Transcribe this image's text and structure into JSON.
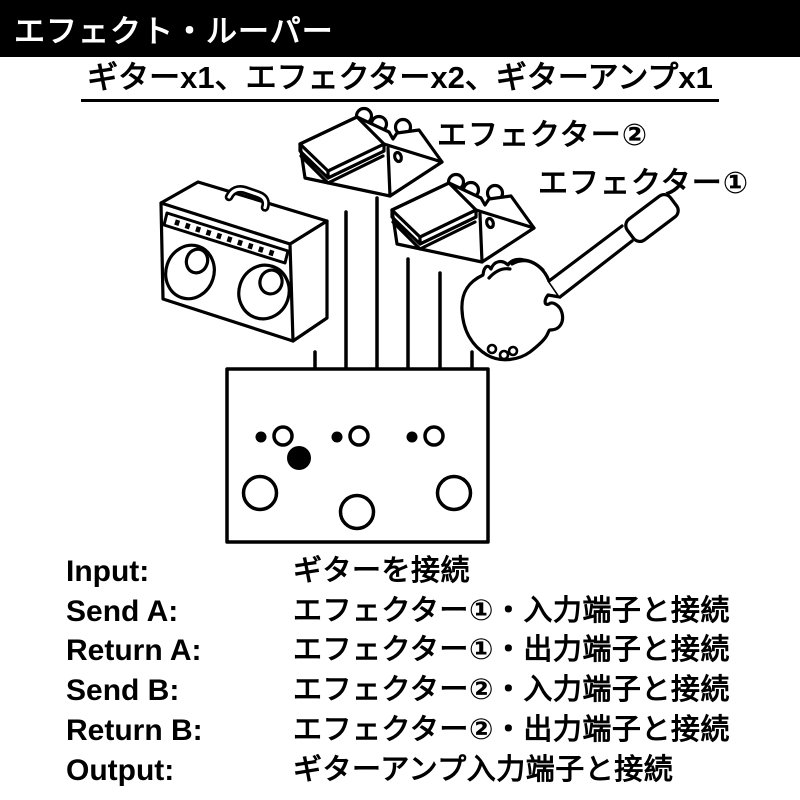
{
  "page": {
    "background": "#ffffff",
    "ink": "#000000"
  },
  "header": {
    "title": "エフェクト・ルーパー",
    "bg": "#000000",
    "text_color": "#ffffff"
  },
  "subtitle": {
    "text": "ギターx1、エフェクターx2、ギターアンプx1"
  },
  "diagram": {
    "effector2_label": "エフェクター②",
    "effector1_label": "エフェクター①",
    "components": {
      "amp": "guitar-amp",
      "pedal2": "effector-2-stompbox",
      "pedal1": "effector-1-stompbox",
      "guitar": "electric-guitar",
      "looper": "effect-looper-switcher-box",
      "cables": "patch-cables"
    }
  },
  "connections": [
    {
      "port": "Input:",
      "description": "ギターを接続"
    },
    {
      "port": "Send A:",
      "description": "エフェクター①・入力端子と接続"
    },
    {
      "port": "Return A:",
      "description": "エフェクター①・出力端子と接続"
    },
    {
      "port": "Send B:",
      "description": "エフェクター②・入力端子と接続"
    },
    {
      "port": "Return B:",
      "description": "エフェクター②・出力端子と接続"
    },
    {
      "port": "Output:",
      "description": "ギターアンプ入力端子と接続"
    }
  ]
}
